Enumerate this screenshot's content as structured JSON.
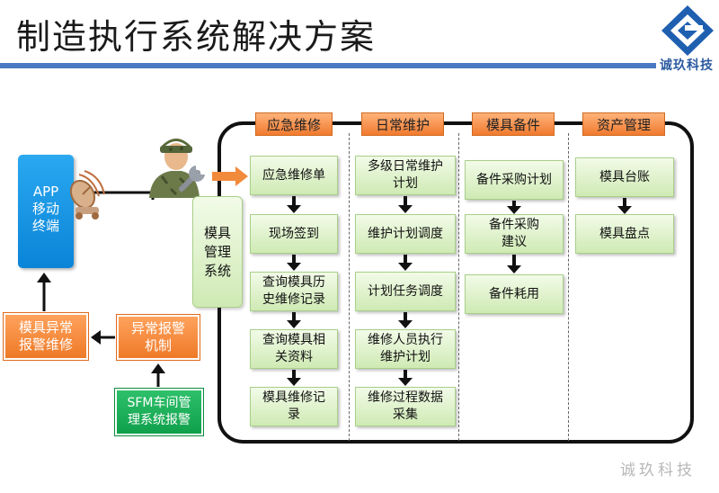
{
  "title": "制造执行系统解决方案",
  "logo": {
    "text": "诚玖科技",
    "icon": "diamond-logo-icon",
    "color": "#1f5fb0"
  },
  "watermark": "诚玖科技",
  "left": {
    "app_label": "APP\n移动\n终端",
    "mgmt_label": "模具\n管理\n系统",
    "alarm_repair": "模具异常\n报警维修",
    "alarm_mechanism": "异常报警\n机制",
    "sfm_alarm": "SFM车间管\n理系统报警",
    "icons": [
      "satellite-dish-icon",
      "maintenance-worker-icon",
      "wrench-icon"
    ]
  },
  "columns": [
    {
      "header": "应急维修",
      "items": [
        "应急维修单",
        "现场签到",
        "查询模具历\n史维修记录",
        "查询模具相\n关资料",
        "模具维修记\n录"
      ]
    },
    {
      "header": "日常维护",
      "items": [
        "多级日常维护\n计划",
        "维护计划调度",
        "计划任务调度",
        "维修人员执行\n维护计划",
        "维修过程数据\n采集"
      ]
    },
    {
      "header": "模具备件",
      "items": [
        "备件采购计划",
        "备件采购\n建议",
        "备件耗用"
      ]
    },
    {
      "header": "资产管理",
      "items": [
        "模具台账",
        "模具盘点"
      ]
    }
  ],
  "colors": {
    "header_orange": "#f07a2e",
    "box_green": "#cfeab4",
    "app_blue": "#0a84d8",
    "sfm_green": "#10a04c",
    "title_bar": "#4a78c2"
  }
}
